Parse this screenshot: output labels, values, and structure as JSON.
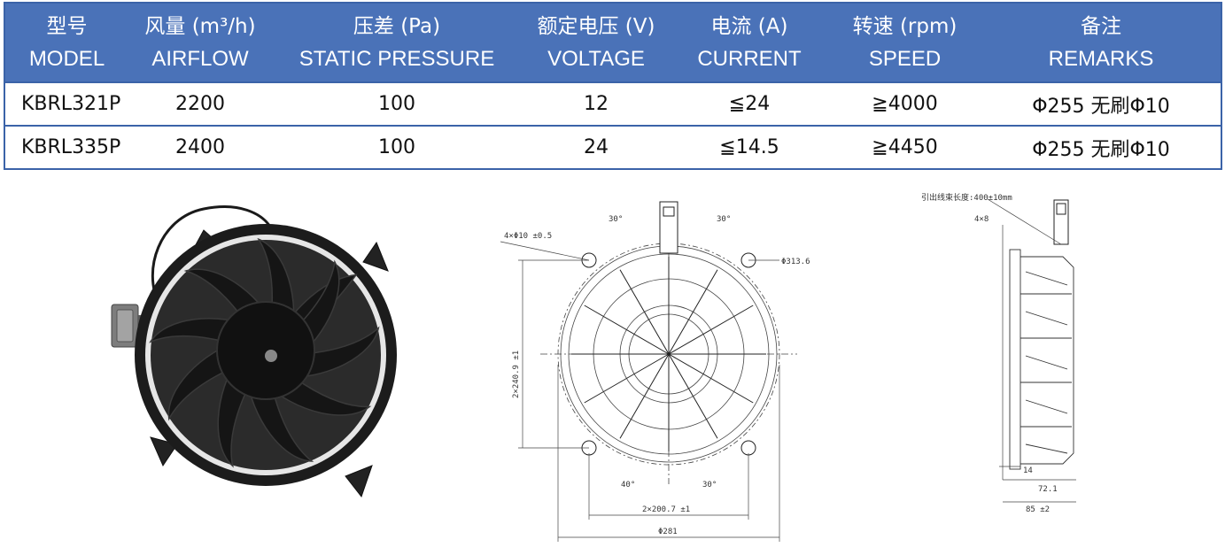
{
  "table": {
    "headers": [
      {
        "zh": "型号",
        "en": "MODEL"
      },
      {
        "zh": "风量 (m³/h)",
        "en": "AIRFLOW"
      },
      {
        "zh": "压差 (Pa)",
        "en": "STATIC PRESSURE"
      },
      {
        "zh": "额定电压 (V)",
        "en": "VOLTAGE"
      },
      {
        "zh": "电流 (A)",
        "en": "CURRENT"
      },
      {
        "zh": "转速 (rpm)",
        "en": "SPEED"
      },
      {
        "zh": "备注",
        "en": "REMARKS"
      }
    ],
    "rows": [
      [
        "KBRL321P",
        "2200",
        "100",
        "12",
        "≦24",
        "≧4000",
        "Φ255 无刷Φ10"
      ],
      [
        "KBRL335P",
        "2400",
        "100",
        "24",
        "≦14.5",
        "≧4450",
        "Φ255 无刷Φ10"
      ]
    ]
  },
  "front_drawing": {
    "labels": {
      "holes": "4×Φ10 ±0.5",
      "angle_top_left": "30°",
      "angle_top_right": "30°",
      "angle_bottom_left": "40°",
      "angle_bottom_right": "30°",
      "outer_diameter": "Φ313.6",
      "vertical_spacing": "2×240.9 ±1",
      "horizontal_spacing": "2×200.7 ±1",
      "overall_width": "Φ281"
    }
  },
  "side_drawing": {
    "labels": {
      "lead_length": "引出线束长度:400±10mm",
      "holes": "4×8",
      "dim_14": "14",
      "dim_72": "72.1",
      "dim_85": "85 ±2"
    }
  }
}
